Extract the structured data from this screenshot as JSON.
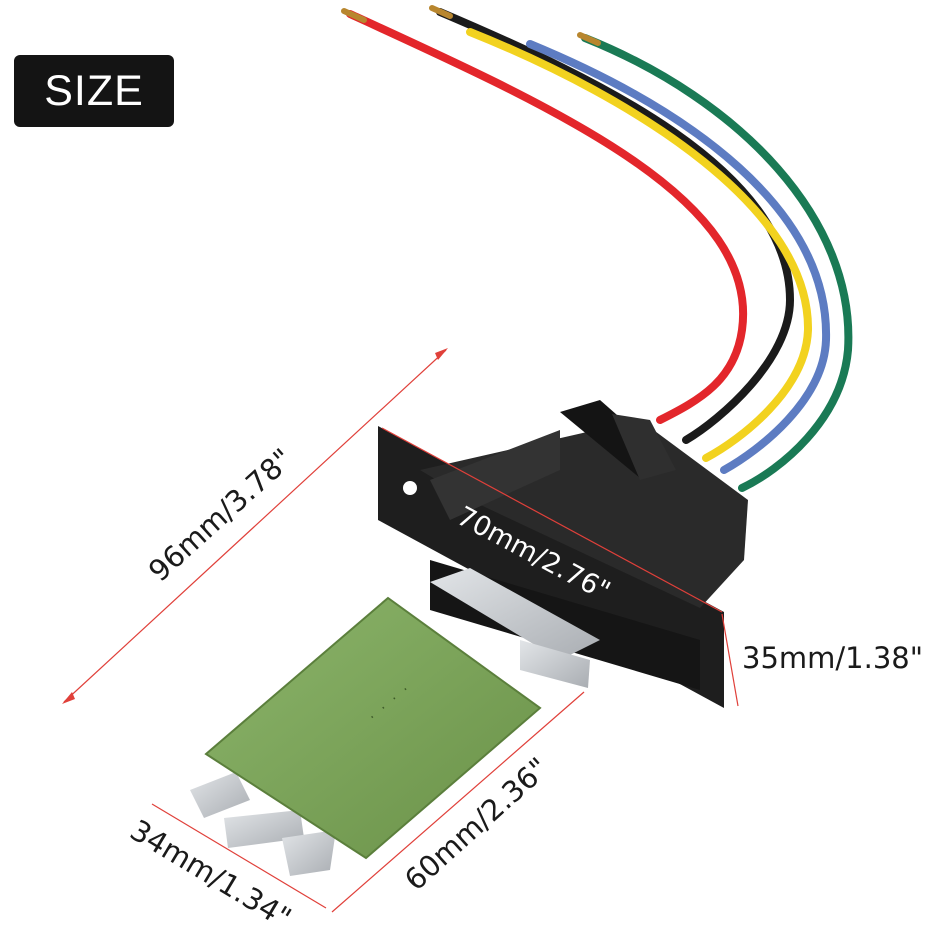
{
  "badge": {
    "label": "SIZE"
  },
  "dimensions": {
    "length": "96mm/3.78\"",
    "connector_width": "70mm/2.76\"",
    "connector_height": "35mm/1.38\"",
    "board_length": "60mm/2.36\"",
    "board_width": "34mm/1.34\""
  },
  "colors": {
    "dimension_line": "#e0403a",
    "wire_red": "#e3262b",
    "wire_black": "#1b1b1b",
    "wire_yellow": "#f2d21f",
    "wire_blue": "#5d7cc2",
    "wire_green": "#1a7a55",
    "connector": "#1e1e1e",
    "resistor_board": "#7aa25a",
    "terminals": "#c9ccd0"
  }
}
